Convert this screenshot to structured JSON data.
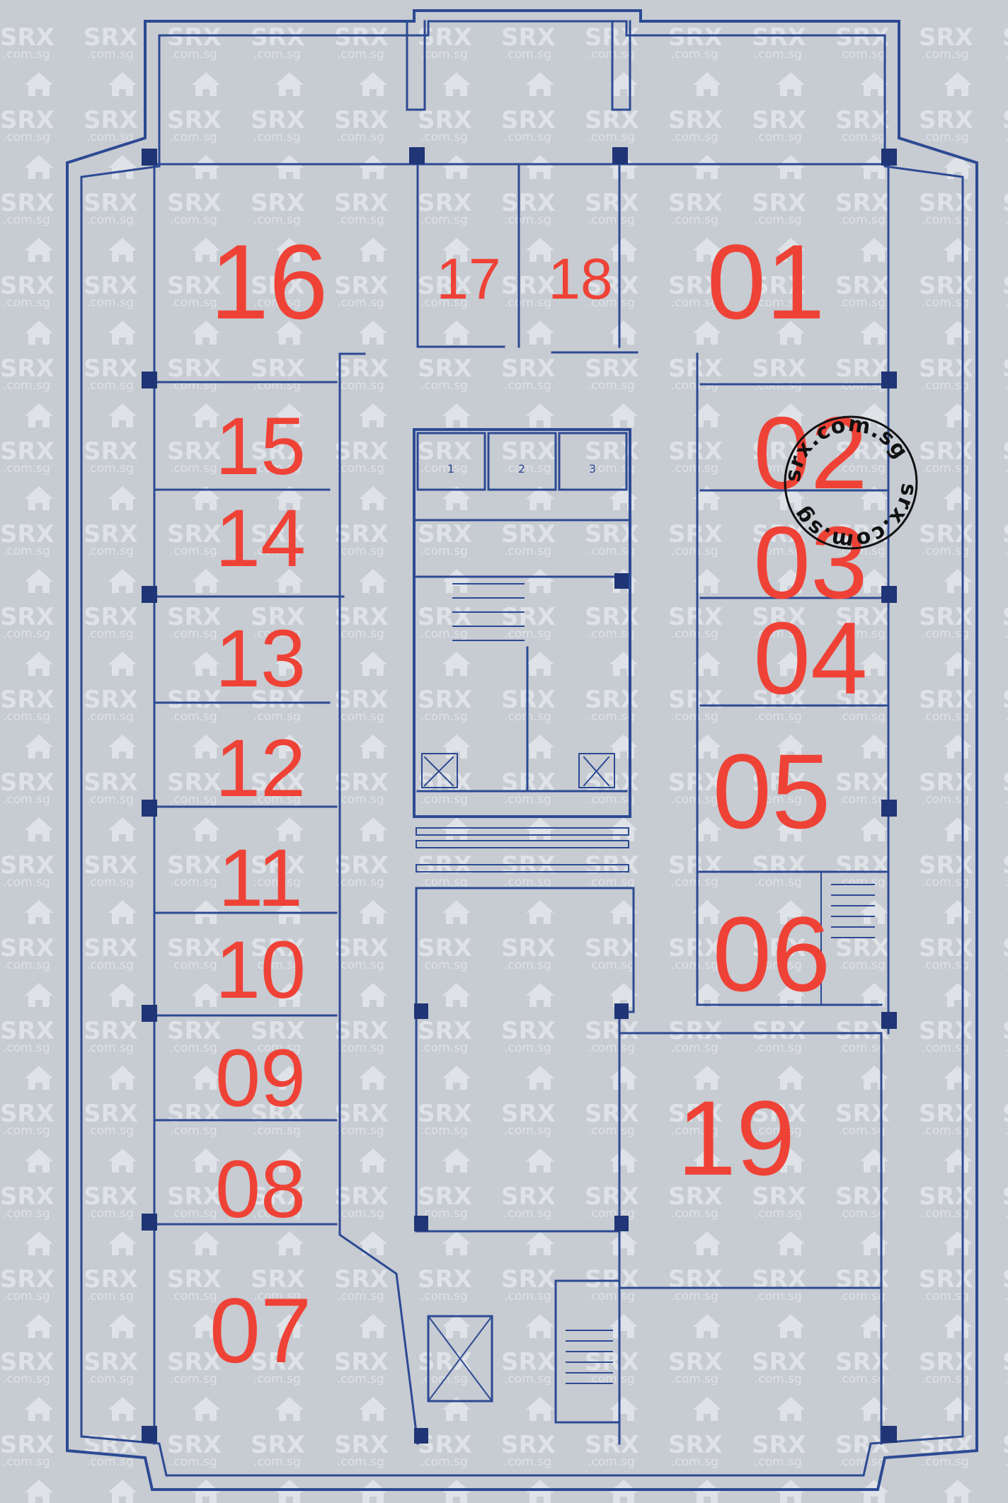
{
  "watermark": {
    "brand": "SRX",
    "domain": ".com.sg",
    "icon": "house-icon"
  },
  "stamp": {
    "text": "srx.com.sg",
    "icon": "circular-stamp"
  },
  "units": [
    {
      "label": "01"
    },
    {
      "label": "02"
    },
    {
      "label": "03"
    },
    {
      "label": "04"
    },
    {
      "label": "05"
    },
    {
      "label": "06"
    },
    {
      "label": "07"
    },
    {
      "label": "08"
    },
    {
      "label": "09"
    },
    {
      "label": "10"
    },
    {
      "label": "11"
    },
    {
      "label": "12"
    },
    {
      "label": "13"
    },
    {
      "label": "14"
    },
    {
      "label": "15"
    },
    {
      "label": "16"
    },
    {
      "label": "17"
    },
    {
      "label": "18"
    },
    {
      "label": "19"
    }
  ],
  "lifts": [
    {
      "label": "1"
    },
    {
      "label": "2"
    },
    {
      "label": "3"
    }
  ],
  "colors": {
    "background": "#c7cbd2",
    "walls": "#2c4a93",
    "unit_labels": "#ef4236",
    "watermark": "#dfe2e7",
    "stamp": "#111111"
  }
}
